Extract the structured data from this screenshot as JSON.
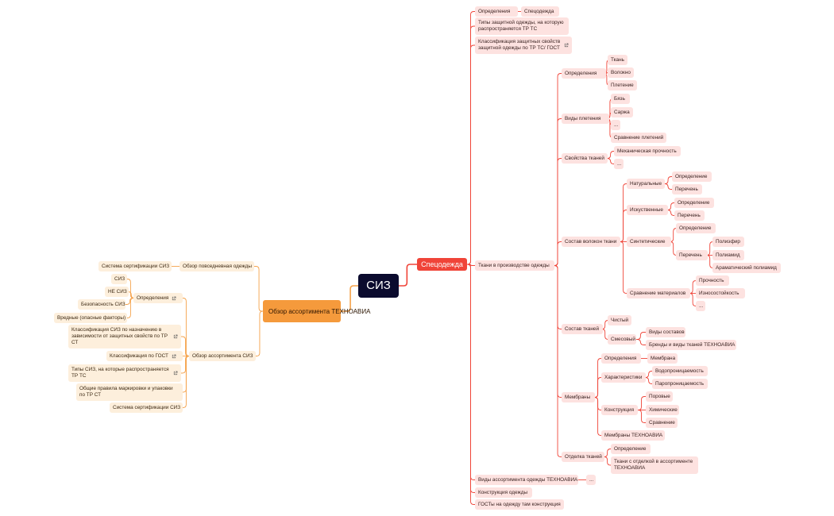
{
  "colors": {
    "red_branch": "#f04438",
    "orange_branch": "#f5a24a",
    "root_bg": "#0b0b2e"
  },
  "icons": {
    "link": "external-link-icon"
  },
  "nodes": [
    {
      "id": "root",
      "text": "СИЗ",
      "kind": "root"
    },
    {
      "id": "spec",
      "text": "Спецодежда",
      "kind": "main-red",
      "parent": "root"
    },
    {
      "id": "obzor",
      "text": "Обзор ассортимента ТЕХНОАВИА",
      "kind": "main-orange",
      "parent": "root"
    },
    {
      "id": "s1",
      "text": "Определения",
      "kind": "r",
      "parent": "spec"
    },
    {
      "id": "s1a",
      "text": "Спецодежда",
      "kind": "r",
      "parent": "s1"
    },
    {
      "id": "s2",
      "text": "Типы защитной одежды, на которую распространяется ТР ТС",
      "kind": "r",
      "parent": "spec"
    },
    {
      "id": "s3",
      "text": "Классификация защитных свойств защитной одежды по ТР ТС/ ГОСТ",
      "kind": "r",
      "parent": "spec",
      "link": true
    },
    {
      "id": "t",
      "text": "Ткани в производстве одежды",
      "kind": "r",
      "parent": "spec"
    },
    {
      "id": "t1",
      "text": "Определения",
      "kind": "r",
      "parent": "t"
    },
    {
      "id": "t1a",
      "text": "Ткань",
      "kind": "r",
      "parent": "t1"
    },
    {
      "id": "t1b",
      "text": "Волокно",
      "kind": "r",
      "parent": "t1"
    },
    {
      "id": "t1c",
      "text": "Плетение",
      "kind": "r",
      "parent": "t1"
    },
    {
      "id": "t2",
      "text": "Виды плетения",
      "kind": "r",
      "parent": "t"
    },
    {
      "id": "t2a",
      "text": "Бязь",
      "kind": "r",
      "parent": "t2"
    },
    {
      "id": "t2b",
      "text": "Саржа",
      "kind": "r",
      "parent": "t2"
    },
    {
      "id": "t2c",
      "text": "...",
      "kind": "r",
      "parent": "t2"
    },
    {
      "id": "t2d",
      "text": "Сравнение плетений",
      "kind": "r",
      "parent": "t2"
    },
    {
      "id": "t3",
      "text": "Свойства тканей",
      "kind": "r",
      "parent": "t"
    },
    {
      "id": "t3a",
      "text": "Механическая прочность",
      "kind": "r",
      "parent": "t3"
    },
    {
      "id": "t3b",
      "text": "...",
      "kind": "r",
      "parent": "t3"
    },
    {
      "id": "t4",
      "text": "Состав волокон ткани",
      "kind": "r",
      "parent": "t"
    },
    {
      "id": "t4a",
      "text": "Натуральные",
      "kind": "r",
      "parent": "t4"
    },
    {
      "id": "t4a1",
      "text": "Определение",
      "kind": "r",
      "parent": "t4a"
    },
    {
      "id": "t4a2",
      "text": "Перечень",
      "kind": "r",
      "parent": "t4a"
    },
    {
      "id": "t4b",
      "text": "Искуственные",
      "kind": "r",
      "parent": "t4"
    },
    {
      "id": "t4b1",
      "text": "Определение",
      "kind": "r",
      "parent": "t4b"
    },
    {
      "id": "t4b2",
      "text": "Перечень",
      "kind": "r",
      "parent": "t4b"
    },
    {
      "id": "t4c",
      "text": "Синтетические",
      "kind": "r",
      "parent": "t4"
    },
    {
      "id": "t4c1",
      "text": "Определение",
      "kind": "r",
      "parent": "t4c"
    },
    {
      "id": "t4c2",
      "text": "Перечень",
      "kind": "r",
      "parent": "t4c"
    },
    {
      "id": "t4c2a",
      "text": "Полиэфир",
      "kind": "r",
      "parent": "t4c2"
    },
    {
      "id": "t4c2b",
      "text": "Полиамид",
      "kind": "r",
      "parent": "t4c2"
    },
    {
      "id": "t4c2c",
      "text": "Араматический полиамид",
      "kind": "r",
      "parent": "t4c2"
    },
    {
      "id": "t4d",
      "text": "Сравнение материалов",
      "kind": "r",
      "parent": "t4"
    },
    {
      "id": "t4d1",
      "text": "Прочность",
      "kind": "r",
      "parent": "t4d"
    },
    {
      "id": "t4d2",
      "text": "Износостойкость",
      "kind": "r",
      "parent": "t4d"
    },
    {
      "id": "t4d3",
      "text": "...",
      "kind": "r",
      "parent": "t4d"
    },
    {
      "id": "t5",
      "text": "Состав тканей",
      "kind": "r",
      "parent": "t"
    },
    {
      "id": "t5a",
      "text": "Чистый",
      "kind": "r",
      "parent": "t5"
    },
    {
      "id": "t5b",
      "text": "Смесовый",
      "kind": "r",
      "parent": "t5"
    },
    {
      "id": "t5b1",
      "text": "Виды составов",
      "kind": "r",
      "parent": "t5b"
    },
    {
      "id": "t5b2",
      "text": "Бренды и виды тканей ТЕХНОАВИА",
      "kind": "r",
      "parent": "t5b"
    },
    {
      "id": "t6",
      "text": "Мембраны",
      "kind": "r",
      "parent": "t"
    },
    {
      "id": "t6a",
      "text": "Определения",
      "kind": "r",
      "parent": "t6"
    },
    {
      "id": "t6a1",
      "text": "Мембрана",
      "kind": "r",
      "parent": "t6a"
    },
    {
      "id": "t6b",
      "text": "Характеристики",
      "kind": "r",
      "parent": "t6"
    },
    {
      "id": "t6b1",
      "text": "Водопроницаемость",
      "kind": "r",
      "parent": "t6b"
    },
    {
      "id": "t6b2",
      "text": "Паропроницаемость",
      "kind": "r",
      "parent": "t6b"
    },
    {
      "id": "t6c",
      "text": "Конструкция",
      "kind": "r",
      "parent": "t6"
    },
    {
      "id": "t6c1",
      "text": "Поровые",
      "kind": "r",
      "parent": "t6c"
    },
    {
      "id": "t6c2",
      "text": "Химические",
      "kind": "r",
      "parent": "t6c"
    },
    {
      "id": "t6c3",
      "text": "Сравнение",
      "kind": "r",
      "parent": "t6c"
    },
    {
      "id": "t6d",
      "text": "Мембраны ТЕХНОАВИА",
      "kind": "r",
      "parent": "t6"
    },
    {
      "id": "t7",
      "text": "Отделка тканей",
      "kind": "r",
      "parent": "t"
    },
    {
      "id": "t7a",
      "text": "Определение",
      "kind": "r",
      "parent": "t7"
    },
    {
      "id": "t7b",
      "text": "Ткани с отделкой в ассортименте ТЕХНОАВИА",
      "kind": "r",
      "parent": "t7"
    },
    {
      "id": "s5",
      "text": "Виды ассортимента одежды ТЕХНОАВИА",
      "kind": "r",
      "parent": "spec"
    },
    {
      "id": "s5a",
      "text": "...",
      "kind": "r",
      "parent": "s5"
    },
    {
      "id": "s6",
      "text": "Конструкция одежды",
      "kind": "r",
      "parent": "spec"
    },
    {
      "id": "s7",
      "text": "ГОСТы на одежду там конструкция",
      "kind": "r",
      "parent": "spec"
    },
    {
      "id": "o1",
      "text": "Обзор повседневная одежды",
      "kind": "o",
      "parent": "obzor"
    },
    {
      "id": "o1a",
      "text": "Система сертификации СИЗ",
      "kind": "o",
      "parent": "o1"
    },
    {
      "id": "o2",
      "text": "Обзор ассортимента СИЗ",
      "kind": "o",
      "parent": "obzor"
    },
    {
      "id": "o2a",
      "text": "Определения",
      "kind": "o",
      "parent": "o2",
      "link": true
    },
    {
      "id": "o2a1",
      "text": "СИЗ",
      "kind": "o",
      "parent": "o2a"
    },
    {
      "id": "o2a2",
      "text": "НЕ СИЗ",
      "kind": "o",
      "parent": "o2a"
    },
    {
      "id": "o2a3",
      "text": "Безопасность СИЗ",
      "kind": "o",
      "parent": "o2a"
    },
    {
      "id": "o2a4",
      "text": "Вредные (опасные факторы)",
      "kind": "o",
      "parent": "o2a"
    },
    {
      "id": "o2b",
      "text": "Классификация СИЗ по назначению в зависимости от защитных свойств по ТР СТ",
      "kind": "o",
      "parent": "o2",
      "link": true
    },
    {
      "id": "o2c",
      "text": "Классификация по ГОСТ",
      "kind": "o",
      "parent": "o2",
      "link": true
    },
    {
      "id": "o2d",
      "text": "Типы СИЗ, на которые распространяется ТР ТС",
      "kind": "o",
      "parent": "o2",
      "link": true
    },
    {
      "id": "o2e",
      "text": "Общие правила маркировки и упаковки по ТР СТ",
      "kind": "o",
      "parent": "o2"
    },
    {
      "id": "o2f",
      "text": "Система сертификации СИЗ",
      "kind": "o",
      "parent": "o2"
    }
  ]
}
